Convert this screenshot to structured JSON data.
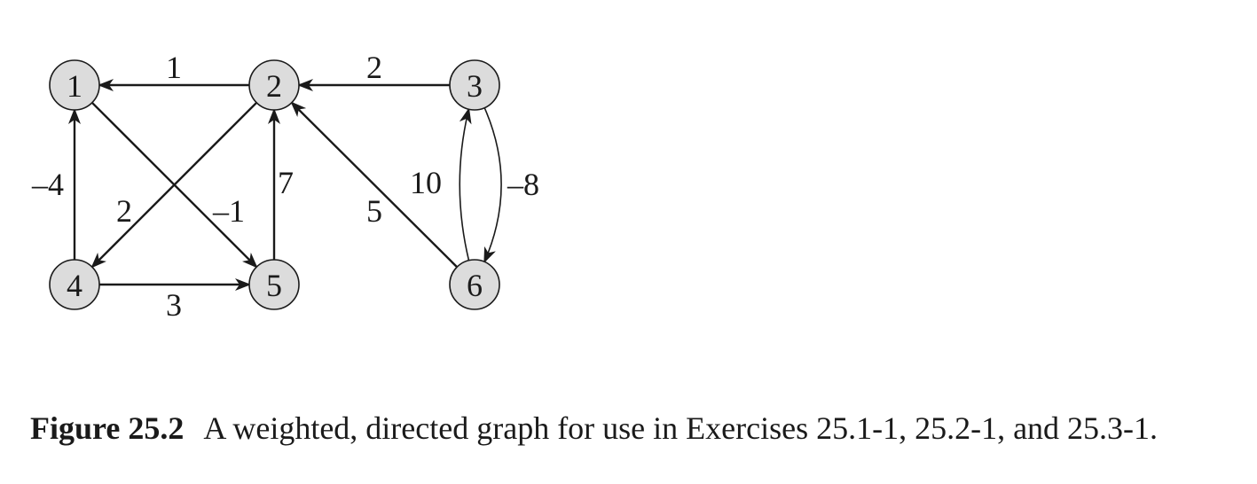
{
  "graph": {
    "nodes": [
      {
        "id": "1",
        "label": "1"
      },
      {
        "id": "2",
        "label": "2"
      },
      {
        "id": "3",
        "label": "3"
      },
      {
        "id": "4",
        "label": "4"
      },
      {
        "id": "5",
        "label": "5"
      },
      {
        "id": "6",
        "label": "6"
      }
    ],
    "edges": [
      {
        "from": "2",
        "to": "1",
        "weight": "1"
      },
      {
        "from": "3",
        "to": "2",
        "weight": "2"
      },
      {
        "from": "4",
        "to": "1",
        "weight": "–4"
      },
      {
        "from": "2",
        "to": "4",
        "weight": "2"
      },
      {
        "from": "1",
        "to": "5",
        "weight": "–1"
      },
      {
        "from": "5",
        "to": "2",
        "weight": "7"
      },
      {
        "from": "4",
        "to": "5",
        "weight": "3"
      },
      {
        "from": "6",
        "to": "2",
        "weight": "5"
      },
      {
        "from": "6",
        "to": "3",
        "weight": "10"
      },
      {
        "from": "3",
        "to": "6",
        "weight": "–8"
      }
    ]
  },
  "caption": {
    "label": "Figure 25.2",
    "text": "A weighted, directed graph for use in Exercises 25.1-1, 25.2-1, and 25.3-1."
  }
}
